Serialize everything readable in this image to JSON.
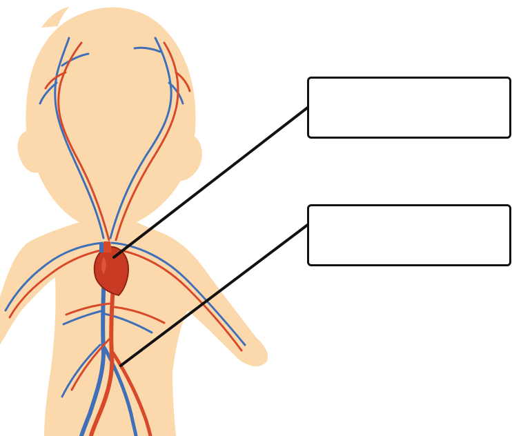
{
  "diagram": {
    "subject": "child-figure-circulatory-system",
    "colors": {
      "skin": "#fbd9ac",
      "artery": "#d8492a",
      "vein": "#3f6fb8",
      "heart": "#c83a24",
      "line": "#111111",
      "box_border": "#111111"
    },
    "labels": [
      {
        "id": "label-heart",
        "text": "",
        "points_to": "heart"
      },
      {
        "id": "label-blood-vessels",
        "text": "",
        "points_to": "blood-vessels"
      }
    ]
  }
}
